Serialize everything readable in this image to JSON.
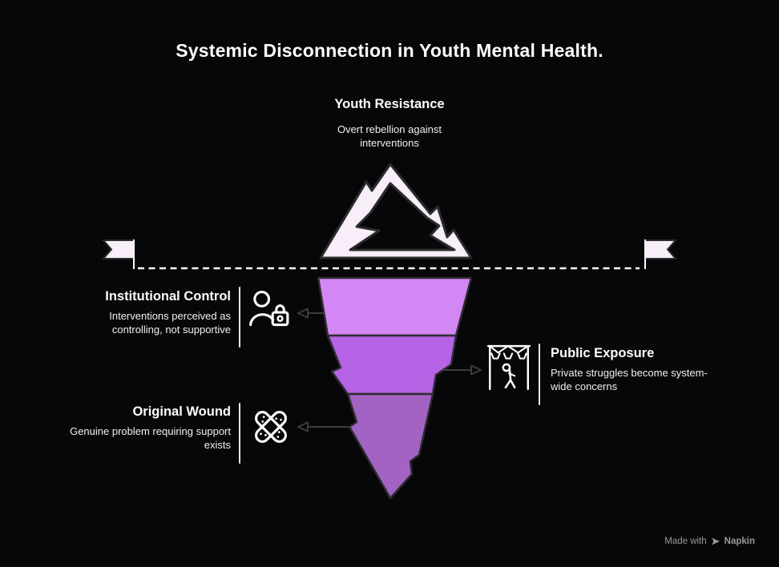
{
  "title": "Systemic Disconnection in Youth Mental Health.",
  "nodes": {
    "youth_resistance": {
      "heading": "Youth Resistance",
      "body": "Overt rebellion against\ninterventions",
      "icon": "mountain-icon"
    },
    "institutional_control": {
      "heading": "Institutional Control",
      "body": "Interventions perceived as\ncontrolling, not supportive",
      "icon": "person-lock-icon"
    },
    "public_exposure": {
      "heading": "Public Exposure",
      "body": "Private struggles become system-\nwide concerns",
      "icon": "stage-spotlight-icon"
    },
    "original_wound": {
      "heading": "Original Wound",
      "body": "Genuine problem requiring support\nexists",
      "icon": "crossed-bandages-icon"
    }
  },
  "footer": {
    "made_with": "Made with",
    "brand": "Napkin"
  },
  "colors": {
    "background": "#070608",
    "above_water_fill": "#f7eefa",
    "band_top": "#d287f4",
    "band_middle": "#b763e6",
    "band_bottom": "#a263c2",
    "outline": "#2e2c30",
    "waterline": "#ffffff",
    "arrow": "#3d3d3d",
    "heading_text": "#ffffff",
    "body_text": "#f2eff3",
    "footer_text": "#9a9a9a"
  }
}
